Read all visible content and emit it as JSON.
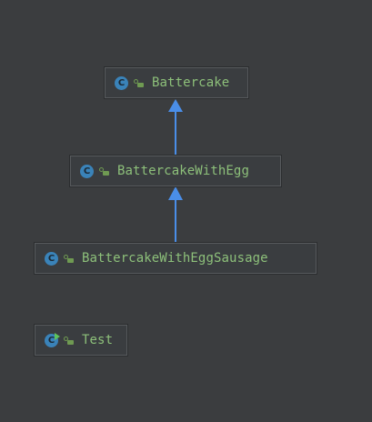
{
  "diagram": {
    "nodes": {
      "battercake": {
        "label": "Battercake",
        "type_letter": "C"
      },
      "battercake_with_egg": {
        "label": "BattercakeWithEgg",
        "type_letter": "C"
      },
      "battercake_with_egg_sausage": {
        "label": "BattercakeWithEggSausage",
        "type_letter": "C"
      },
      "test": {
        "label": "Test",
        "type_letter": "C"
      }
    },
    "edges": [
      {
        "from": "BattercakeWithEgg",
        "to": "Battercake",
        "kind": "extends"
      },
      {
        "from": "BattercakeWithEggSausage",
        "to": "BattercakeWithEgg",
        "kind": "extends"
      }
    ],
    "colors": {
      "background": "#3b3d3f",
      "arrow": "#4a8ee8",
      "label": "#8dc07a",
      "class_icon": "#3a83b9"
    }
  }
}
